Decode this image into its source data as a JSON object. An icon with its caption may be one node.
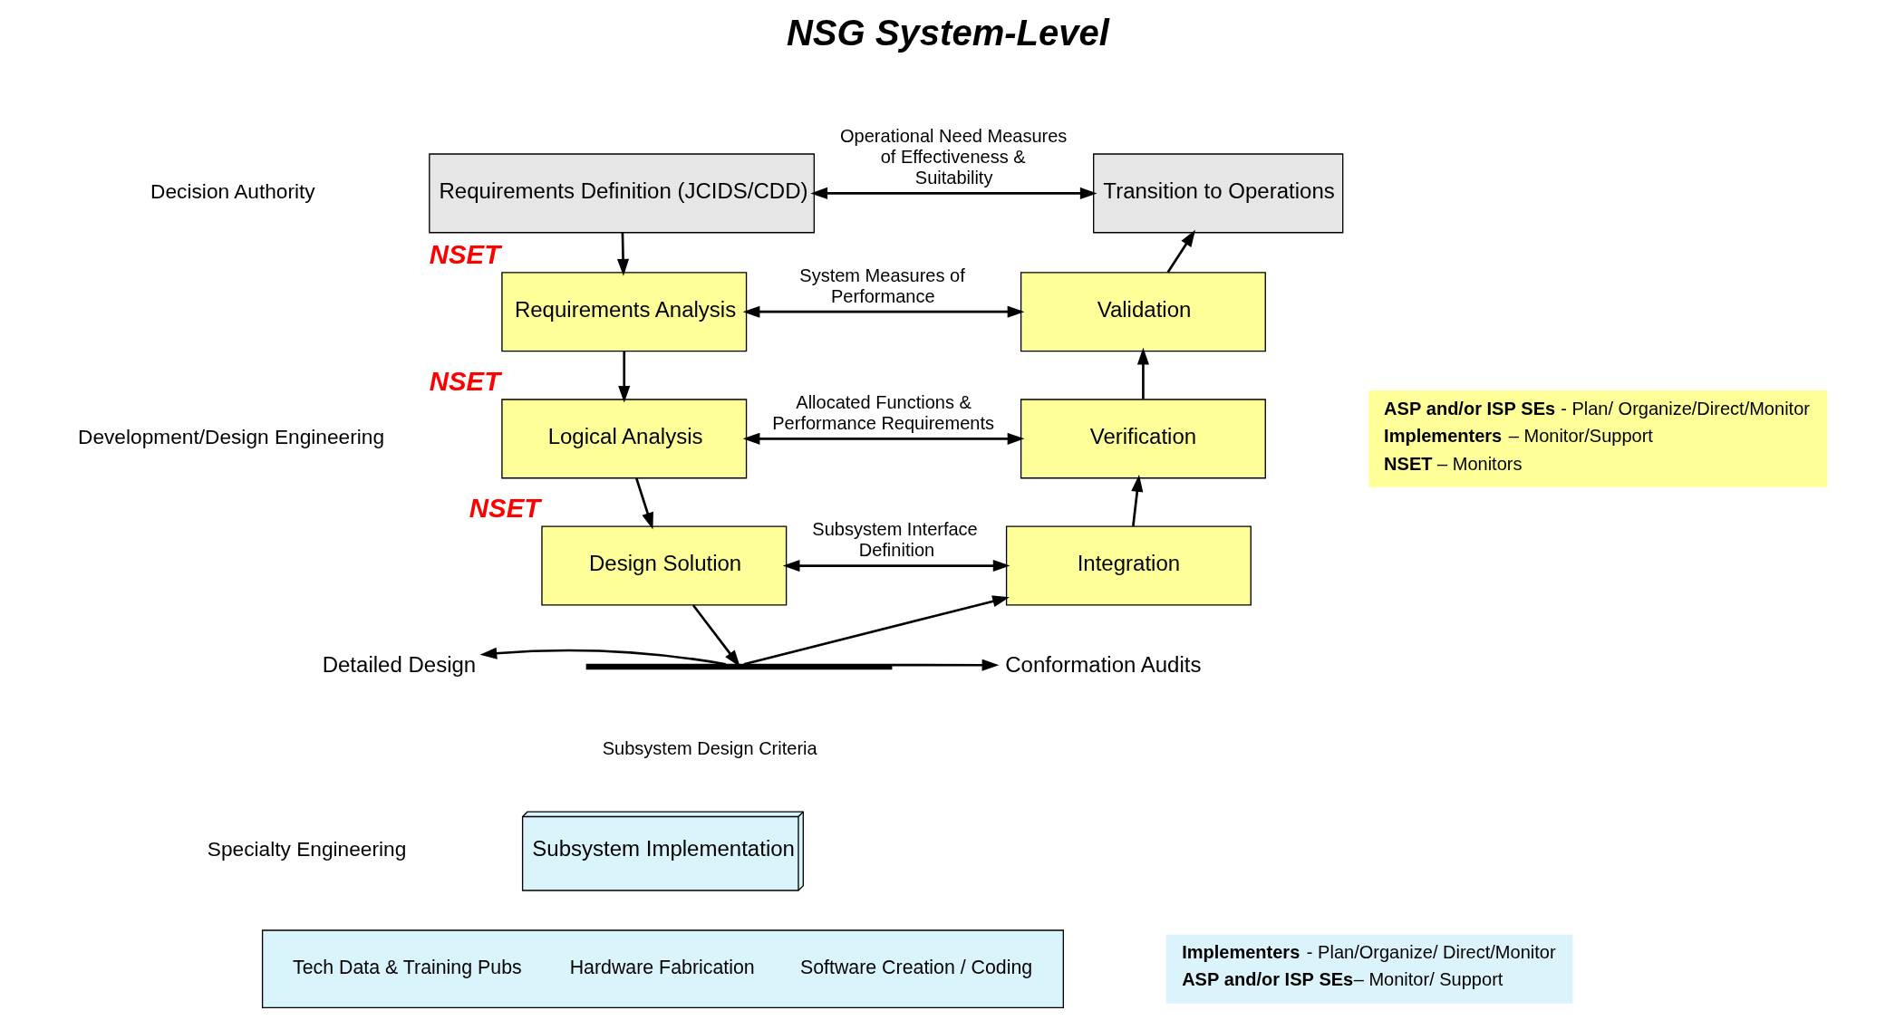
{
  "diagram": {
    "title": "NSG System-Level",
    "nodes": [
      {
        "text": [
          "Requirements Definition (JCIDS/CDD)"
        ]
      },
      {
        "text": [
          "Transition to Operations"
        ]
      },
      {
        "text": [
          "Requirements Analysis"
        ],
        "beside": [
          "NSET"
        ]
      },
      {
        "text": [
          "Validation"
        ]
      },
      {
        "text": [
          "Logical Analysis"
        ],
        "beside": [
          "NSET"
        ]
      },
      {
        "text": [
          "Verification"
        ]
      },
      {
        "text": [
          "Design Solution"
        ],
        "beside": [
          "NSET"
        ]
      },
      {
        "text": [
          "Integration"
        ]
      },
      {
        "text": [
          "Detailed Design"
        ]
      },
      {
        "text": [],
        "shape": "bar"
      },
      {
        "text": [
          "Conformation Audits"
        ]
      },
      {
        "text": [
          "Subsystem Implementation"
        ]
      },
      {
        "text": [
          "Tech Data & Training Pubs",
          "Hardware Fabrication",
          "Software Creation / Coding"
        ]
      },
      {
        "text": [
          "**ASP and/or ISP SEs** - Plan/ Organize/Direct/Monitor",
          "**Implementers** – Monitor/Support",
          "**NSET** – Monitors"
        ]
      },
      {
        "text": [
          "**Implementers** - Plan/Organize/ Direct/Monitor",
          "**ASP and/or ISP SEs**– Monitor/ Support"
        ]
      }
    ],
    "edges": [
      {
        "from": 0,
        "to": 1,
        "arrow": "both",
        "label": "Operational Need Measures of Effectiveness & Suitability"
      },
      {
        "from": 0,
        "to": 2,
        "arrow": "to"
      },
      {
        "from": 2,
        "to": 3,
        "arrow": "both",
        "label": "System Measures of Performance"
      },
      {
        "from": 2,
        "to": 4,
        "arrow": "to"
      },
      {
        "from": 4,
        "to": 5,
        "arrow": "both",
        "label": "Allocated Functions & Performance Requirements"
      },
      {
        "from": 4,
        "to": 6,
        "arrow": "to"
      },
      {
        "from": 6,
        "to": 7,
        "arrow": "both",
        "label": "Subsystem Interface Definition"
      },
      {
        "from": 6,
        "to": 9,
        "arrow": "to"
      },
      {
        "from": 9,
        "to": 8,
        "arrow": "to"
      },
      {
        "from": 9,
        "to": 10,
        "arrow": "to"
      },
      {
        "from": 9,
        "to": 7,
        "arrow": "to"
      },
      {
        "from": 7,
        "to": 5,
        "arrow": "to"
      },
      {
        "from": 5,
        "to": 3,
        "arrow": "to"
      },
      {
        "from": 3,
        "to": 1,
        "arrow": "to"
      }
    ],
    "labels": [
      "Decision Authority",
      "Development/Design Engineering",
      "Specialty Engineering",
      "Subsystem Design Criteria"
    ]
  }
}
